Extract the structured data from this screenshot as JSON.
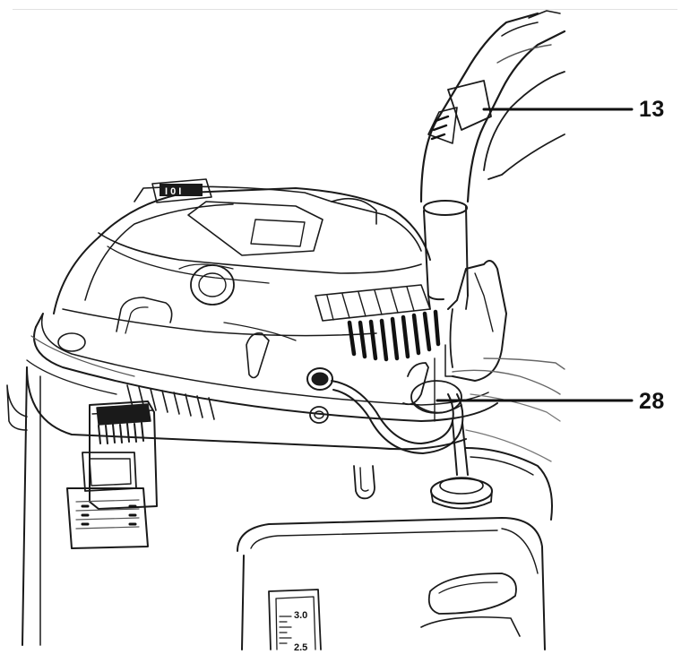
{
  "figure": {
    "callouts": [
      {
        "id": "13",
        "label": "13"
      },
      {
        "id": "28",
        "label": "28"
      }
    ],
    "switch_markings": "I 0 I",
    "gauge": {
      "top_value": "3.0",
      "bottom_value": "2.5"
    },
    "colors": {
      "line": "#1a1a1a",
      "background": "#ffffff",
      "light_line": "#9a9a9a"
    }
  }
}
